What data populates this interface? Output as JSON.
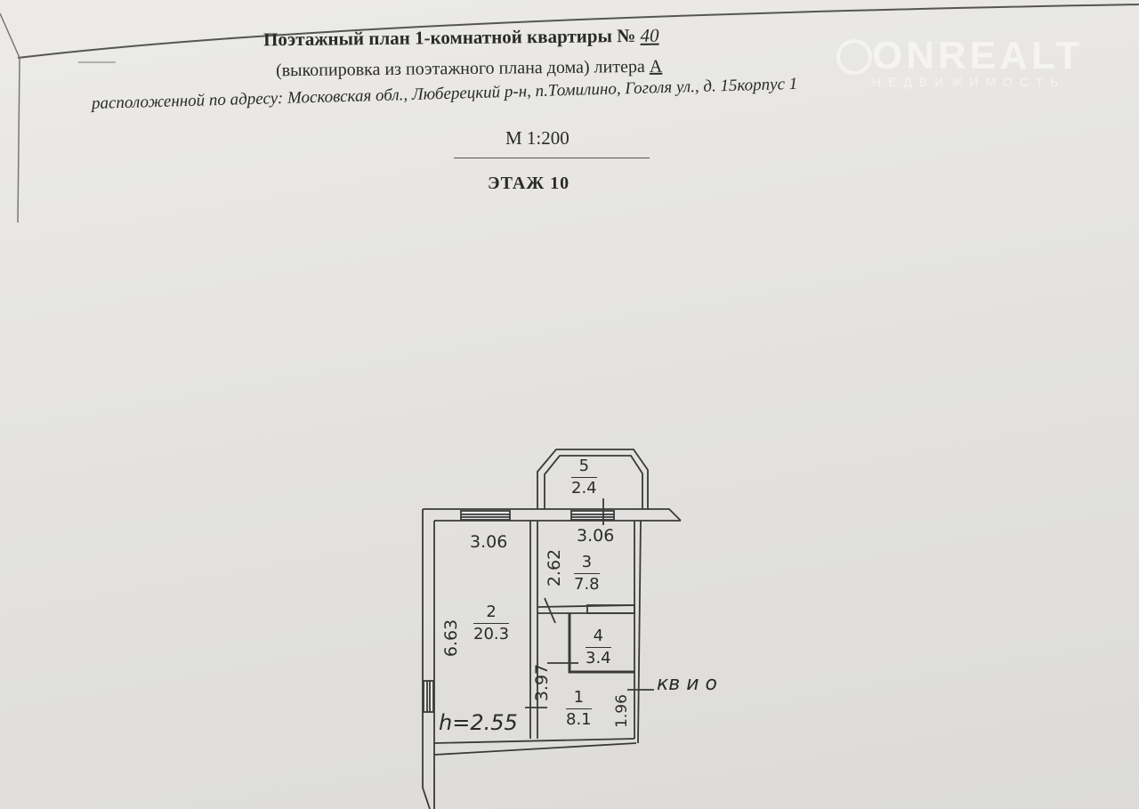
{
  "header": {
    "title_prefix": "Поэтажный план 1-комнатной квартиры №",
    "apartment_number": "40",
    "subtitle_prefix": "(выкопировка из поэтажного плана дома) литера",
    "litera": "А",
    "address": "расположенной по адресу: Московская обл., Люберецкий р-н, п.Томилино, Гоголя ул., д. 15корпус 1",
    "scale": "М 1:200",
    "floor": "ЭТАЖ   10"
  },
  "watermark": {
    "brand": "ONREALT",
    "tagline": "НЕДВИЖИМОСТЬ"
  },
  "plan": {
    "rooms": [
      {
        "number": "1",
        "area": "8.1"
      },
      {
        "number": "2",
        "area": "20.3"
      },
      {
        "number": "3",
        "area": "7.8"
      },
      {
        "number": "4",
        "area": "3.4"
      },
      {
        "number": "5",
        "area": "2.4"
      }
    ],
    "dimensions": {
      "room2_width": "3.06",
      "room3_width": "3.06",
      "room3_length": "2.62",
      "room2_length": "6.63",
      "room1_length": "3.97",
      "room1_width": "1.96"
    },
    "ceiling_height": "h=2.55",
    "note": "кв и о"
  }
}
